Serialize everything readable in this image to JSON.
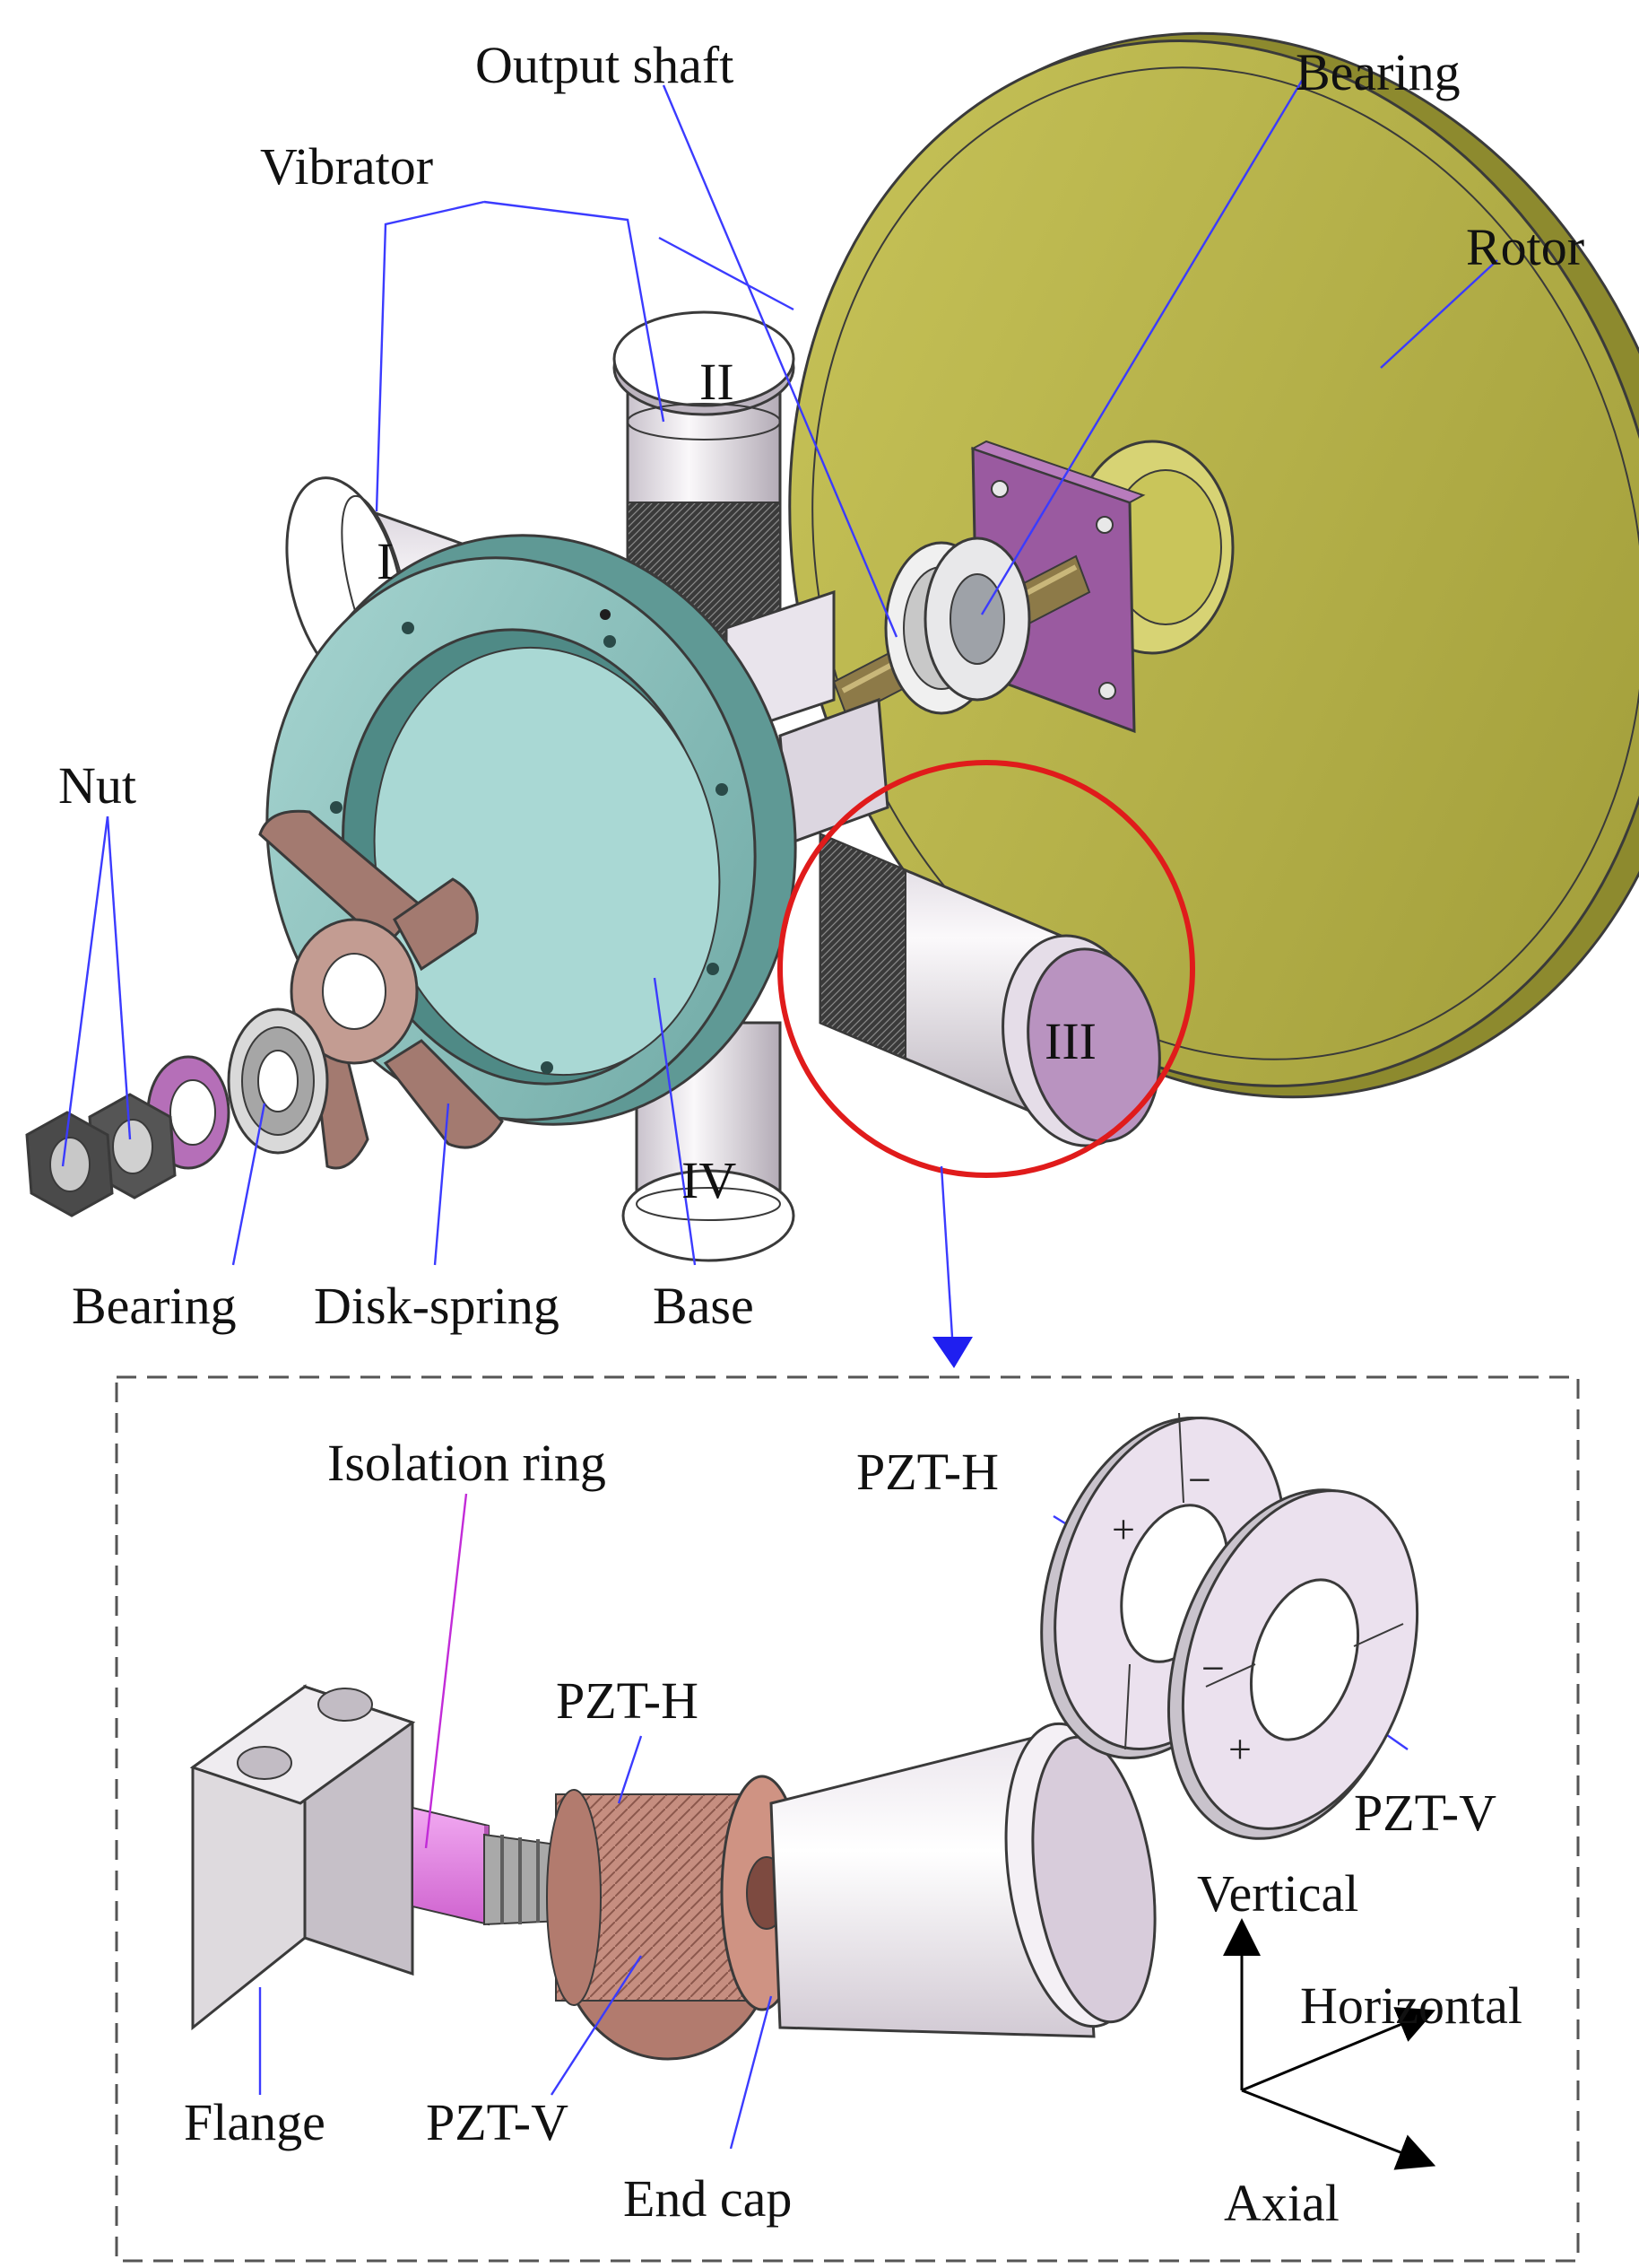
{
  "labels": {
    "vibrator": "Vibrator",
    "output_shaft": "Output shaft",
    "bearing_top": "Bearing",
    "rotor": "Rotor",
    "nut": "Nut",
    "bearing_bottom": "Bearing",
    "disk_spring": "Disk-spring",
    "base": "Base",
    "isolation_ring": "Isolation ring",
    "pzt_h_inner": "PZT-H",
    "pzt_v_inner": "PZT-V",
    "flange": "Flange",
    "end_cap": "End cap",
    "pzt_h_disk": "PZT-H",
    "pzt_v_disk": "PZT-V",
    "vertical": "Vertical",
    "horizontal": "Horizontal",
    "axial": "Axial"
  },
  "vibrator_numerals": {
    "one": "I",
    "two": "II",
    "three": "III",
    "four": "IV"
  },
  "polarity": {
    "plus": "+",
    "minus": "−"
  },
  "colors": {
    "rotor": "#b5b148",
    "base": "#8fc4c0",
    "disk_spring": "#a37a70",
    "plate": "#9a5aa0",
    "isolation_ring": "#e58ae5",
    "pzt": "#c48a7c",
    "leader": "#3b3bff",
    "highlight": "#e01b1b"
  }
}
